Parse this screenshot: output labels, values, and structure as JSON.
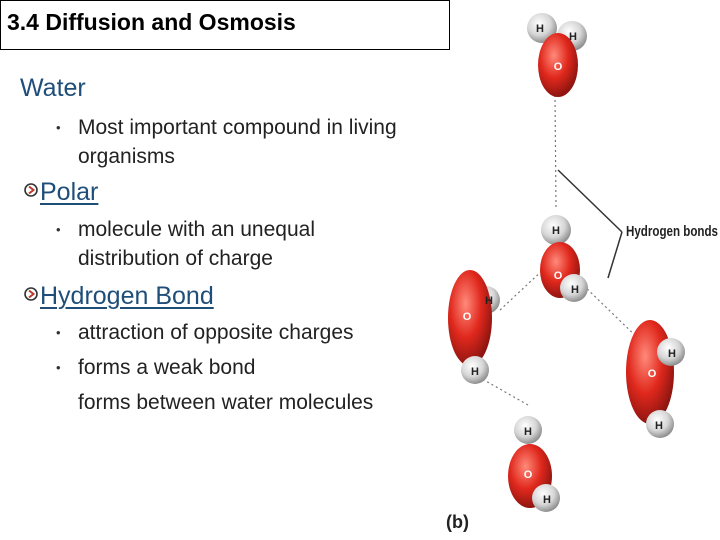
{
  "slide": {
    "title": "3.4  Diffusion and Osmosis",
    "sections": [
      {
        "heading": "Water",
        "bullets": [
          "Most important compound in living organisms"
        ]
      },
      {
        "heading": "Polar",
        "bullets": [
          "molecule with an unequal distribution of charge"
        ]
      },
      {
        "heading": "Hydrogen Bond",
        "bullets": [
          "attraction of opposite charges",
          "forms a weak bond",
          "forms between water molecules"
        ]
      }
    ]
  },
  "figure": {
    "callout": "Hydrogen bonds",
    "panel_label": "(b)",
    "atom_labels": {
      "oxygen": "O",
      "hydrogen": "H"
    }
  },
  "colors": {
    "heading": "#1f4e79",
    "oxygen": "#d8261c",
    "hydrogen": "#c8c8c8",
    "arrow": "#c0392b"
  }
}
